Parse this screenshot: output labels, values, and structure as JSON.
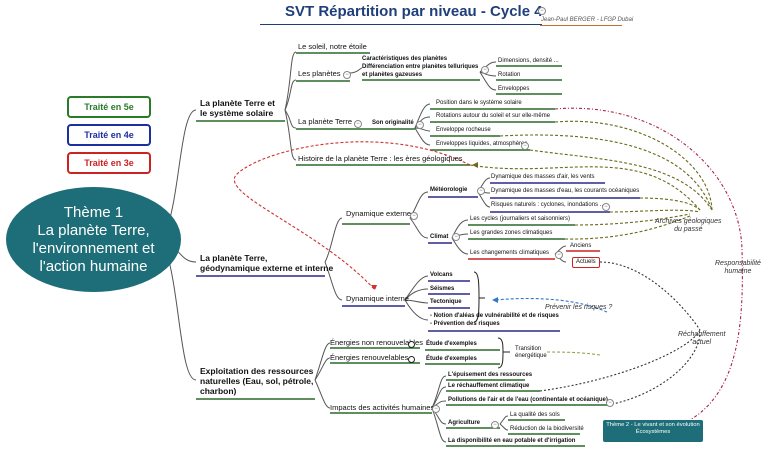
{
  "header": {
    "title": "SVT  Répartition par niveau - Cycle 4",
    "author": "Jean-Paul BERGER - LFGP Dubai"
  },
  "legend": [
    "Traité en 5e",
    "Traité en 4e",
    "Traité en 3e"
  ],
  "colors": {
    "level_5e": "#2a7a2a",
    "level_4e": "#1d2fa0",
    "level_3e": "#cc2222",
    "theme": "#1d6e78",
    "title": "#1f3f7a"
  },
  "theme": {
    "line1": "Thème 1",
    "line2": "La planète Terre,",
    "line3": "l'environnement et",
    "line4": "l'action humaine"
  },
  "branches": {
    "b1": {
      "line1": "La planète Terre et",
      "line2": "le système solaire",
      "soleil": "Le soleil, notre étoile",
      "planetes": "Les planètes",
      "carac1": "Caractéristiques des planètes",
      "carac2": "Différenciation entre planètes telluriques",
      "carac3": "et planètes gazeuses",
      "dimensions": "Dimensions, densité ...",
      "rotation": "Rotation",
      "enveloppes": "Enveloppes",
      "terre": "La planète Terre",
      "originalite": "Son originalité",
      "position": "Position dans le système solaire",
      "rotations": "Rotations autour du soleil et sur elle-même",
      "rocheuse": "Enveloppe rocheuse",
      "liquides": "Enveloppes liquides, atmosphères",
      "histoire": "Histoire de la planète Terre : les ères géologiques"
    },
    "b2": {
      "line1": "La planète Terre,",
      "line2": "géodynamique externe et interne",
      "externe": "Dynamique externe",
      "meteo": "Météorologie",
      "air": "Dynamique des masses d'air, les vents",
      "eau": "Dynamique des masses d'eau, les courants océaniques",
      "risques": "Risques naturels : cyclones, inondations ...",
      "climat": "Climat",
      "cycles": "Les cycles (journaliers et saisonniers)",
      "zones": "Les grandes zones climatiques",
      "changements": "Les changements climatiques",
      "anciens": "Anciens",
      "actuels": "Actuels",
      "interne": "Dynamique interne",
      "volcans": "Volcans",
      "seismes": "Séismes",
      "tectonique": "Tectonique",
      "alea": "- Notion d'aléas de vulnérabilité et de risques",
      "prevention": "- Prévention des risques"
    },
    "b3": {
      "line1": "Exploitation des ressources",
      "line2": "naturelles (Eau, sol, pétrole,",
      "line3": "charbon)",
      "non_renouv": "Énergies non renouvelables",
      "etude1": "Étude d'exemples",
      "renouv": "Énergies renouvelables",
      "etude2": "Étude d'exemples",
      "transition1": "Transition",
      "transition2": "énergétique",
      "impacts": "Impacts des activités humaines",
      "epuisement": "L'épuisement des ressources",
      "rechauffement": "Le réchauffement climatique",
      "pollutions": "Pollutions de l'air et de l'eau (continentale et océanique)",
      "agriculture": "Agriculture",
      "sols": "La qualité des sols",
      "biodiversite": "Réduction de la biodiversité",
      "eau_potable": "La disponibilité en eau potable et d'irrigation"
    }
  },
  "notes": {
    "archives1": "Archives géologiques",
    "archives2": "du passé",
    "resp1": "Responsabilité",
    "resp2": "humaine",
    "prevenir": "Prévenir les risques ?",
    "rech1": "Réchauffement",
    "rech2": "actuel",
    "theme2_1": "Thème 2 - Le vivant et son évolution",
    "theme2_2": "Écosystèmes"
  }
}
